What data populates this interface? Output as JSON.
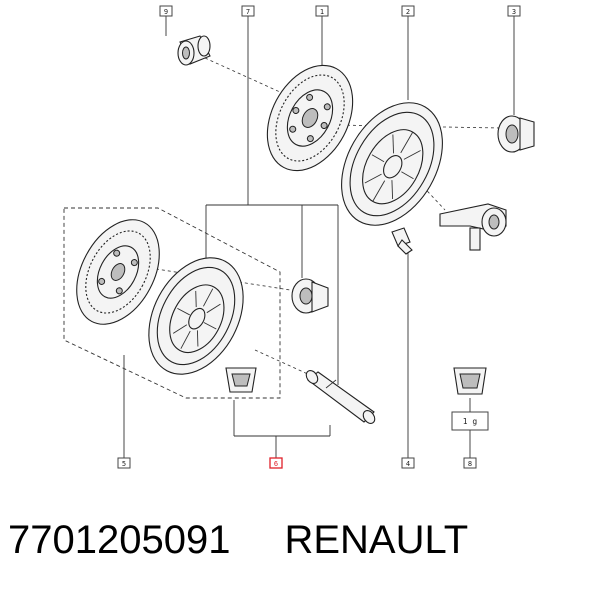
{
  "callouts": {
    "c9": "9",
    "c7": "7",
    "c1": "1",
    "c2": "2",
    "c3": "3",
    "c5": "5",
    "c6": "6",
    "c4": "4",
    "c8": "8"
  },
  "highlighted_callout": "6",
  "grease_label": "1 g",
  "highlight_color": "#e0202a",
  "footer": {
    "part_number": "7701205091",
    "brand": "RENAULT"
  }
}
